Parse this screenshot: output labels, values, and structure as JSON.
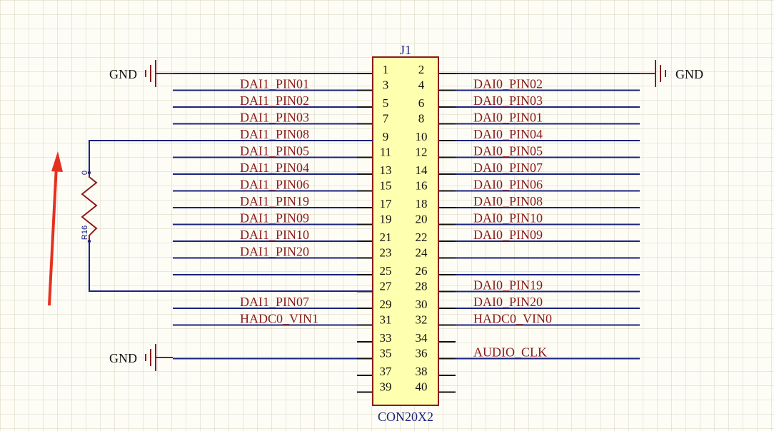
{
  "connector": {
    "designator": "J1",
    "part": "CON20X2",
    "pins_left": [
      "1",
      "3",
      "5",
      "7",
      "9",
      "11",
      "13",
      "15",
      "17",
      "19",
      "21",
      "23",
      "25",
      "27",
      "29",
      "31",
      "33",
      "35",
      "37",
      "39"
    ],
    "pins_right": [
      "2",
      "4",
      "6",
      "8",
      "10",
      "12",
      "14",
      "16",
      "18",
      "20",
      "22",
      "24",
      "26",
      "28",
      "30",
      "32",
      "34",
      "36",
      "38",
      "40"
    ]
  },
  "left_nets": [
    "",
    "DAI1_PIN01",
    "DAI1_PIN02",
    "DAI1_PIN03",
    "DAI1_PIN08",
    "DAI1_PIN05",
    "DAI1_PIN04",
    "DAI1_PIN06",
    "DAI1_PIN19",
    "DAI1_PIN09",
    "DAI1_PIN10",
    "DAI1_PIN20",
    "",
    "",
    "DAI1_PIN07",
    "HADC0_VIN1",
    "",
    "",
    "",
    ""
  ],
  "right_nets": [
    "",
    "DAI0_PIN02",
    "DAI0_PIN03",
    "DAI0_PIN01",
    "DAI0_PIN04",
    "DAI0_PIN05",
    "DAI0_PIN07",
    "DAI0_PIN06",
    "DAI0_PIN08",
    "DAI0_PIN10",
    "DAI0_PIN09",
    "",
    "",
    "DAI0_PIN19",
    "DAI0_PIN20",
    "HADC0_VIN0",
    "",
    "AUDIO_CLK",
    "",
    ""
  ],
  "gnd": {
    "label": "GND",
    "top_left": "GND",
    "top_right": "GND",
    "bottom_left": "GND"
  },
  "resistor": {
    "designator": "R16",
    "value": "0"
  },
  "colors": {
    "wire": "#1a237e",
    "net_label": "#8b1a1a",
    "body_fill": "#ffffb0",
    "body_stroke": "#8b1a1a",
    "pin_line": "#111111",
    "arrow": "#e53020",
    "power_symbol": "#8b1a1a"
  }
}
